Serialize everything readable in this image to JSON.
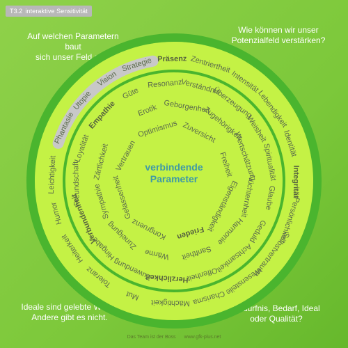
{
  "header": {
    "code": "T3.2",
    "title": "interaktive Sensitivität"
  },
  "questions": {
    "top_left": [
      "Auf welchen Parametern baut",
      "sich unser Feld auf?"
    ],
    "top_right": [
      "Wie können wir unser",
      "Potenzialfeld verstärken?"
    ],
    "bottom_left": [
      "Ideale sind gelebte Werte.",
      "Andere gibt es nicht."
    ],
    "bottom_right": [
      "Bedürfnis, Bedarf, Ideal",
      "oder Qualität?"
    ]
  },
  "center": [
    "verbindende",
    "Parameter"
  ],
  "highlight": {
    "words": [
      "Phantasie",
      "Utopie",
      "Vision",
      "Strategie"
    ],
    "color": "#c8c8c8"
  },
  "outer_ring": [
    "Präsenz",
    "Zentriertheit",
    "Intensität",
    "Lebendigkeit",
    "Identität",
    "Integrität",
    "Persönlichkeit",
    "Selbstvertrauen",
    "Wesensteile",
    "Charisma",
    "Mächtigkeit",
    "Mut",
    "Toleranz",
    "Heiterkeit",
    "Humor",
    "Leichtigkeit"
  ],
  "middle_ring": [
    "Empathie",
    "Güte",
    "Resonanz",
    "Verständnis",
    "Überzeugung",
    "Weisheit",
    "Spiritualität",
    "Glaube",
    "Geduld",
    "Achtsamkeit",
    "Offenheit",
    "Herzlichkeit",
    "Zuwendung",
    "Hingabe",
    "Verbundenheit",
    "Freundschaft",
    "Loyalität"
  ],
  "inner_ring": [
    "Erotik",
    "Geborgenheit",
    "Zugehörigkeit",
    "Wertschätzung",
    "Nüchternheit",
    "Harmonie",
    "Sanftheit",
    "Wärme",
    "Zuneigung",
    "Sympathie",
    "Zärtlichkeit"
  ],
  "innermost_ring": [
    "Optimismus",
    "Zuversicht",
    "Freiheit",
    "Eigenständigkeit",
    "Frieden",
    "Kongruenz",
    "Gelassenheit",
    "Vertrauen"
  ],
  "bold_words": [
    "Präsenz",
    "Integrität",
    "Empathie",
    "Verbundenheit",
    "Herzlichkeit",
    "Frieden"
  ],
  "footer": {
    "left": "Das Team ist der Boss",
    "right": "www.gfk-plus.net"
  },
  "colors": {
    "background": "#7cc83a",
    "outer_ring": "#4ab52e",
    "disc": "#c4f245",
    "inner_ring": "#4ab52e",
    "text": "#5b6b4c",
    "center_text": "#3f9aa6"
  }
}
